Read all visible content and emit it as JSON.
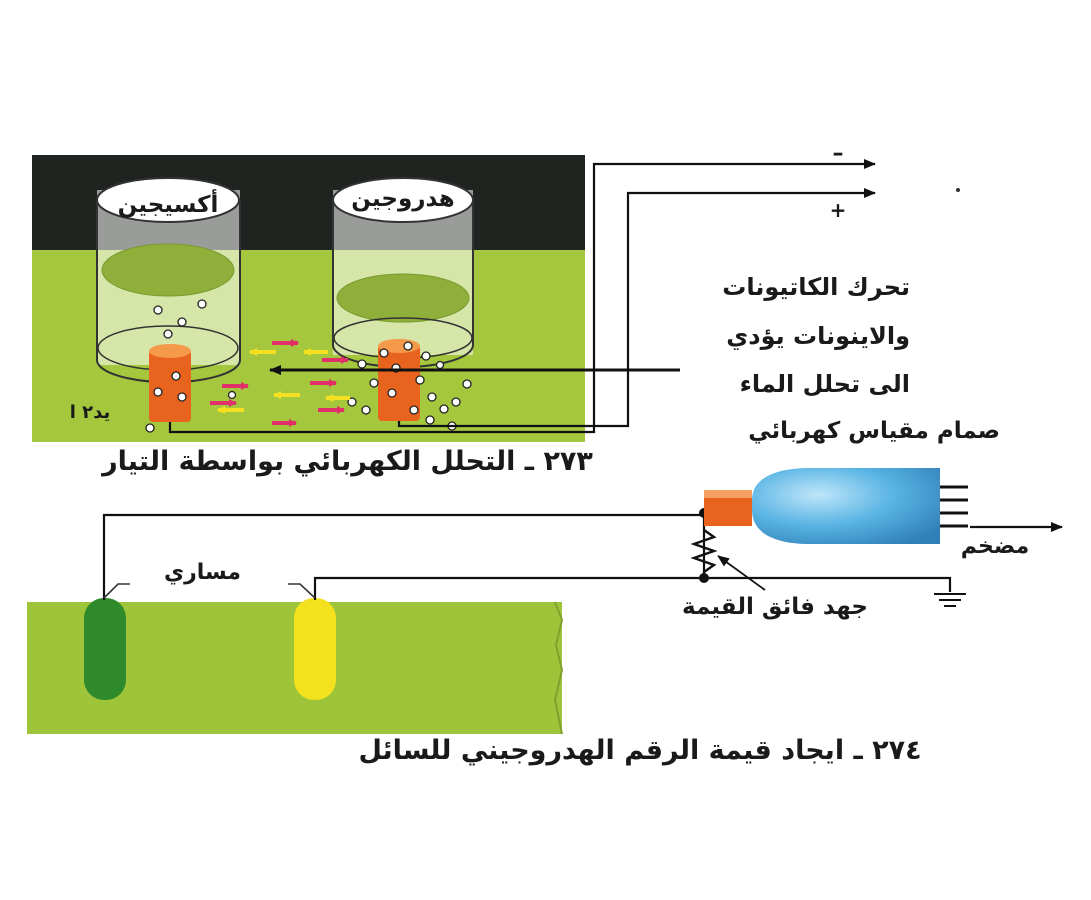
{
  "figure_273": {
    "caption": "٢٧٣ ـ التحلل الكهربائي بواسطة التيار",
    "cylinder_left_label": "أكسيجين",
    "cylinder_right_label": "هدروجين",
    "description_lines": [
      "تحرك الكاتيونات",
      "والاينونات يؤدي",
      "الى تحلل الماء"
    ],
    "polarity_minus": "–",
    "polarity_plus": "+",
    "small_label": "يد٢ ا"
  },
  "figure_274": {
    "caption": "٢٧٤ ـ ايجاد قيمة الرقم الهدروجيني للسائل",
    "tube_label": "صمام مقياس كهربائي",
    "amplifier_label": "مضخم",
    "resistor_label": "جهد فائق القيمة",
    "electrodes_label": "مساري"
  },
  "colors": {
    "liquid": "#9ec43a",
    "dark_band": "#1f2420",
    "electrode": "#e8641e",
    "tube_blue": "#4aa6dc",
    "probe_green": "#2f8a2c",
    "probe_yellow": "#f2e11c",
    "ion_pink": "#e0306a",
    "ion_yellow": "#f4e020"
  }
}
